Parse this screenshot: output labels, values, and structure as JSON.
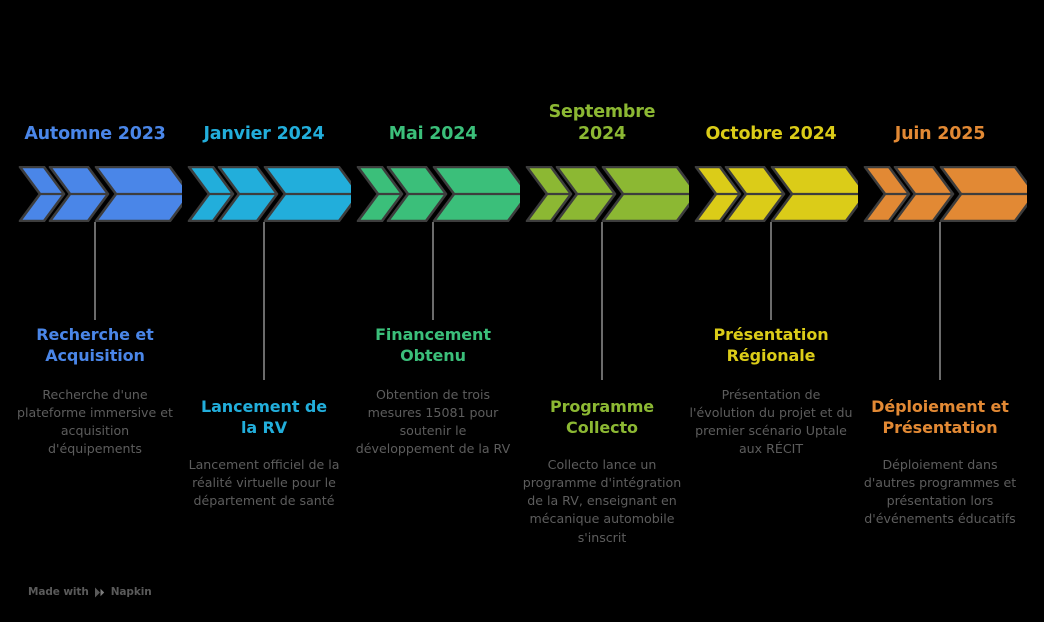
{
  "watermark": {
    "text_before": "Made with",
    "brand": "Napkin",
    "logo_icon": "napkin-play-logo"
  },
  "theme": {
    "background": "#000000",
    "connector_color": "#6b6b6b",
    "chevron_outline": "#3d3d3d",
    "description_color": "#5d5d5d"
  },
  "chart_data": {
    "type": "timeline",
    "title": "",
    "orientation": "horizontal",
    "milestone_count": 6,
    "milestones": [
      {
        "date": "Automne 2023",
        "title": "Recherche et\nAcquisition",
        "description": "Recherche d'une plateforme immersive et acquisition d'équipements",
        "color": "#4A86E8",
        "position": "short"
      },
      {
        "date": "Janvier 2024",
        "title": "Lancement de\nla RV",
        "description": "Lancement officiel de la réalité virtuelle pour le département de santé",
        "color": "#22AEDB",
        "position": "long"
      },
      {
        "date": "Mai 2024",
        "title": "Financement\nObtenu",
        "description": "Obtention de trois mesures 15081 pour soutenir le développement de la RV",
        "color": "#3BBF7A",
        "position": "short"
      },
      {
        "date": "Septembre\n2024",
        "title": "Programme\nCollecto",
        "description": "Collecto lance un programme d'intégration de la RV, enseignant en mécanique automobile s'inscrit",
        "color": "#8CB833",
        "position": "long"
      },
      {
        "date": "Octobre 2024",
        "title": "Présentation\nRégionale",
        "description": "Présentation de l'évolution du projet et du premier scénario Uptale aux RÉCIT",
        "color": "#DBCC18",
        "position": "short"
      },
      {
        "date": "Juin 2025",
        "title": "Déploiement et\nPrésentation",
        "description": "Déploiement dans d'autres programmes et présentation lors d'événements éducatifs",
        "color": "#E28934",
        "position": "long"
      }
    ]
  }
}
